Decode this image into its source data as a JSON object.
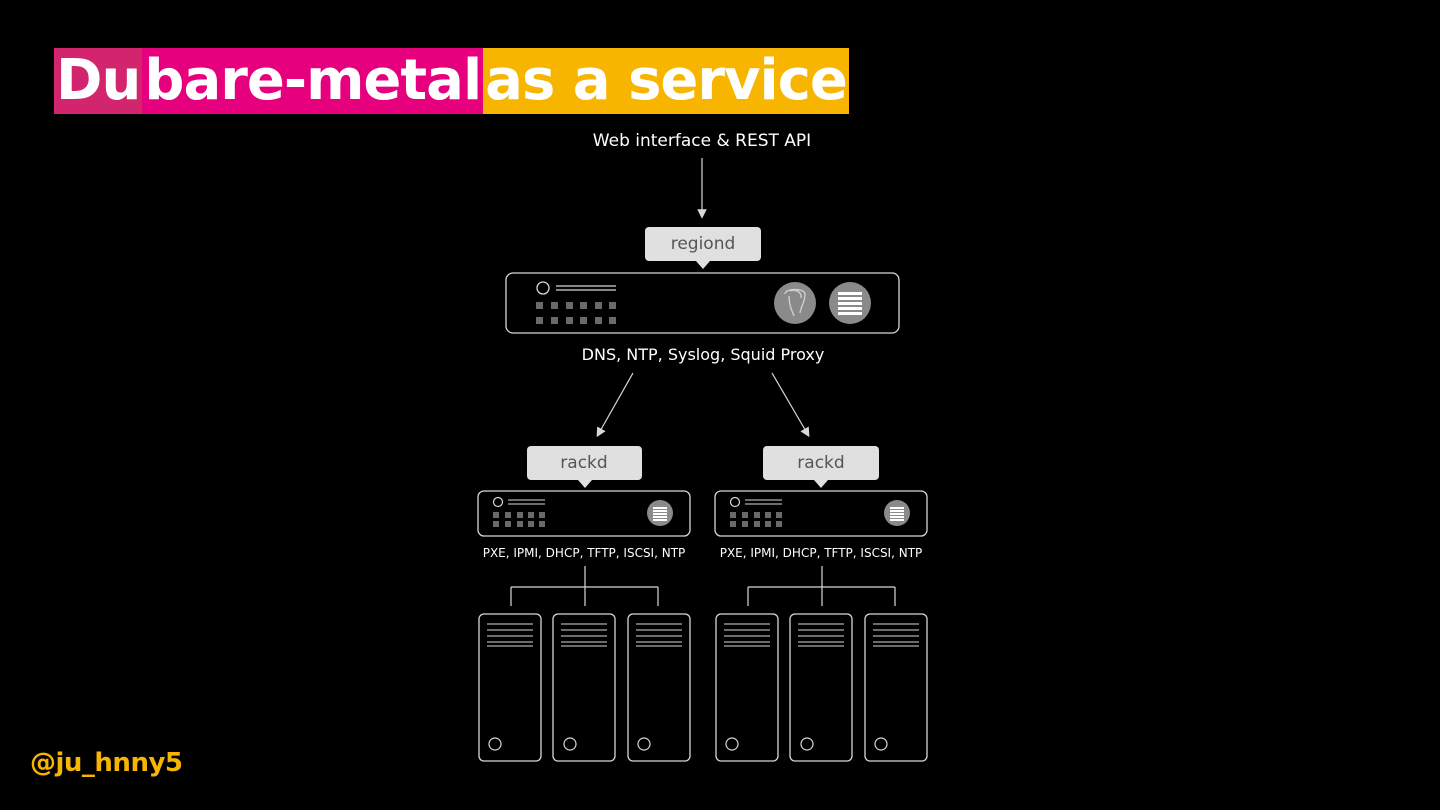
{
  "title": {
    "part1": "Du",
    "part2": "bare-metal",
    "part3": "as a service"
  },
  "footer": {
    "handle": "@ju_hnny5"
  },
  "diagram": {
    "top_label": "Web interface & REST API",
    "region": {
      "label": "regiond",
      "services": "DNS, NTP, Syslog, Squid Proxy",
      "icons": [
        "postgresql-icon",
        "database-icon"
      ]
    },
    "racks": [
      {
        "label": "rackd",
        "services": "PXE, IPMI, DHCP, TFTP, ISCSI, NTP"
      },
      {
        "label": "rackd",
        "services": "PXE, IPMI, DHCP, TFTP, ISCSI, NTP"
      }
    ]
  },
  "colors": {
    "background": "#000000",
    "title_pink_dark": "#d3246e",
    "title_pink": "#e6007e",
    "title_yellow": "#f7b500",
    "handle": "#f7b500",
    "diagram_line": "#d8d8d8",
    "bubble": "#e0e0e0",
    "icon_disc": "#8a8a8a"
  }
}
